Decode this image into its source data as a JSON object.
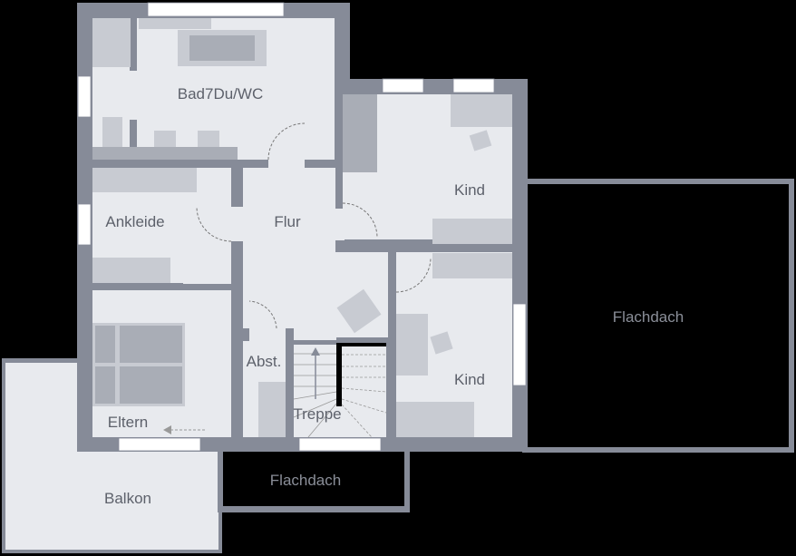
{
  "colors": {
    "background": "#000000",
    "wall": "#868b98",
    "floor": "#e8eaee",
    "furniture_light": "#c8cbd2",
    "furniture_dark": "#a9adb6",
    "window": "#ffffff"
  },
  "rooms": {
    "bad": "Bad7Du/WC",
    "ankleide": "Ankleide",
    "flur": "Flur",
    "kind_top": "Kind",
    "kind_bottom": "Kind",
    "abst": "Abst.",
    "treppe": "Treppe",
    "eltern": "Eltern",
    "balkon": "Balkon",
    "flachdach_right": "Flachdach",
    "flachdach_bottom": "Flachdach"
  }
}
